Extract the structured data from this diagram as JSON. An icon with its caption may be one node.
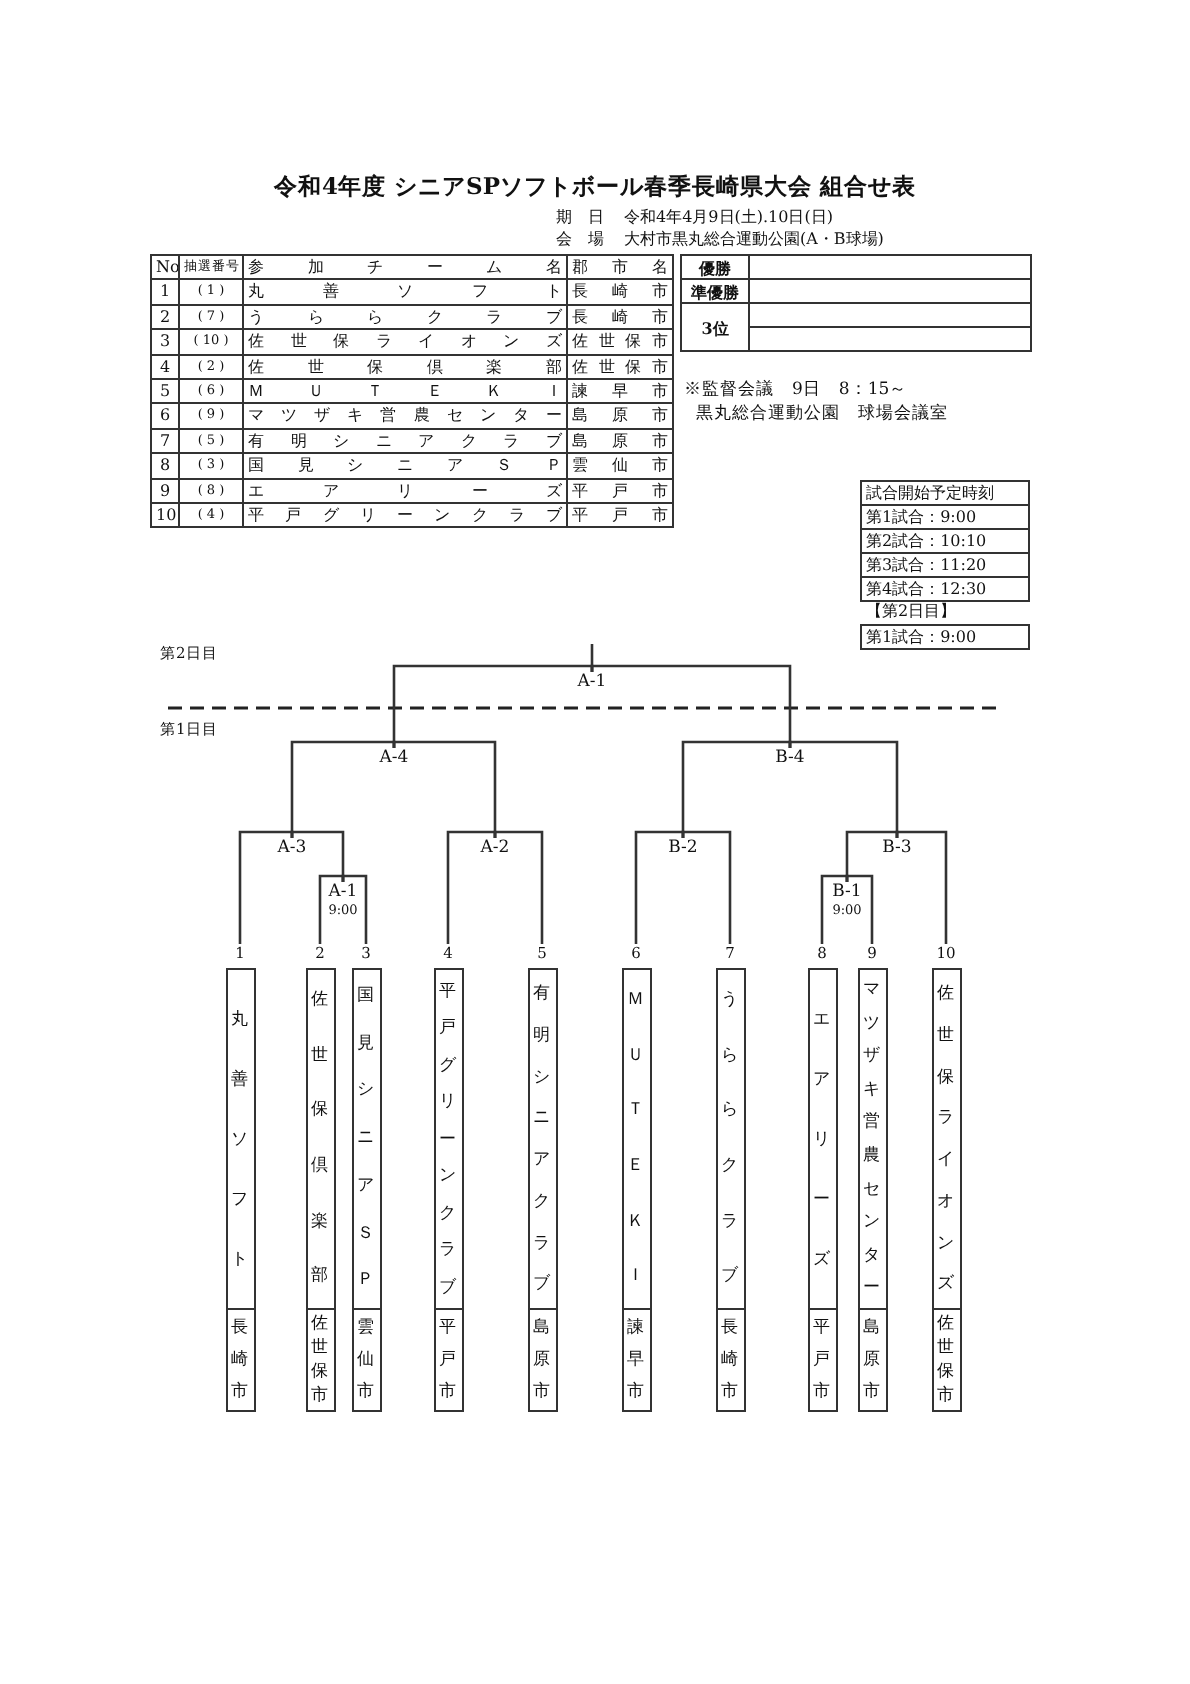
{
  "diagram": {
    "title": "令和4年度 シニアSPソフトボール春季長崎県大会 組合せ表",
    "nodes": [
      {
        "text": [
          "A-1"
        ]
      },
      {
        "text": [
          "A-4"
        ]
      },
      {
        "text": [
          "B-4"
        ]
      },
      {
        "text": [
          "A-3"
        ]
      },
      {
        "text": [
          "A-2"
        ]
      },
      {
        "text": [
          "B-2"
        ]
      },
      {
        "text": [
          "B-3"
        ]
      },
      {
        "text": [
          "A-1",
          "9:00"
        ]
      },
      {
        "text": [
          "B-1",
          "9:00"
        ]
      },
      {
        "text": [
          "丸善ソフト",
          "長崎市"
        ],
        "beside": [
          "1"
        ]
      },
      {
        "text": [
          "佐世保倶楽部",
          "佐世保市"
        ],
        "beside": [
          "2"
        ]
      },
      {
        "text": [
          "国見シニアＳＰ",
          "雲仙市"
        ],
        "beside": [
          "3"
        ]
      },
      {
        "text": [
          "平戸グリーンクラブ",
          "平戸市"
        ],
        "beside": [
          "4"
        ]
      },
      {
        "text": [
          "有明シニアクラブ",
          "島原市"
        ],
        "beside": [
          "5"
        ]
      },
      {
        "text": [
          "ＭＵＴＥＫＩ",
          "諫早市"
        ],
        "beside": [
          "6"
        ]
      },
      {
        "text": [
          "うららクラブ",
          "長崎市"
        ],
        "beside": [
          "7"
        ]
      },
      {
        "text": [
          "エアリーズ",
          "平戸市"
        ],
        "beside": [
          "8"
        ]
      },
      {
        "text": [
          "マツザキ営農センター",
          "島原市"
        ],
        "beside": [
          "9"
        ]
      },
      {
        "text": [
          "佐世保ライオンズ",
          "佐世保市"
        ],
        "beside": [
          "10"
        ]
      }
    ],
    "edges": [
      {
        "from": 9,
        "to": 3,
        "arrow": "none"
      },
      {
        "from": 10,
        "to": 7,
        "arrow": "none"
      },
      {
        "from": 11,
        "to": 7,
        "arrow": "none"
      },
      {
        "from": 7,
        "to": 3,
        "arrow": "none"
      },
      {
        "from": 12,
        "to": 4,
        "arrow": "none"
      },
      {
        "from": 13,
        "to": 4,
        "arrow": "none"
      },
      {
        "from": 3,
        "to": 1,
        "arrow": "none"
      },
      {
        "from": 4,
        "to": 1,
        "arrow": "none"
      },
      {
        "from": 14,
        "to": 5,
        "arrow": "none"
      },
      {
        "from": 15,
        "to": 5,
        "arrow": "none"
      },
      {
        "from": 16,
        "to": 8,
        "arrow": "none"
      },
      {
        "from": 17,
        "to": 8,
        "arrow": "none"
      },
      {
        "from": 8,
        "to": 6,
        "arrow": "none"
      },
      {
        "from": 18,
        "to": 6,
        "arrow": "none"
      },
      {
        "from": 5,
        "to": 2,
        "arrow": "none"
      },
      {
        "from": 6,
        "to": 2,
        "arrow": "none"
      },
      {
        "from": 1,
        "to": 0,
        "arrow": "none"
      },
      {
        "from": 2,
        "to": 0,
        "arrow": "none"
      },
      {
        "from": 0,
        "to": null,
        "arrow": "none"
      }
    ],
    "labels": [
      "期　日",
      "令和4年4月9日(土).10日(日)",
      "会　場",
      "大村市黒丸総合運動公園(A・B球場)",
      "No",
      "抽選番号",
      "参加チーム名",
      "郡市名",
      "1",
      "( 1 )",
      "丸善ソフト",
      "長崎市",
      "2",
      "( 7 )",
      "うららクラブ",
      "長崎市",
      "3",
      "( 10 )",
      "佐世保ライオンズ",
      "佐世保市",
      "4",
      "( 2 )",
      "佐世保倶楽部",
      "佐世保市",
      "5",
      "( 6 )",
      "ＭＵＴＥＫＩ",
      "諫早市",
      "6",
      "( 9 )",
      "マツザキ営農センター",
      "島原市",
      "7",
      "( 5 )",
      "有明シニアクラブ",
      "島原市",
      "8",
      "( 3 )",
      "国見シニアＳＰ",
      "雲仙市",
      "9",
      "( 8 )",
      "エアリーズ",
      "平戸市",
      "10",
      "( 4 )",
      "平戸グリーンクラブ",
      "平戸市",
      "優勝",
      "準優勝",
      "3位",
      "※監督会議　9日　8：15～",
      "黒丸総合運動公園　球場会議室",
      "試合開始予定時刻",
      "第1試合：9:00",
      "第2試合：10:10",
      "第3試合：11:20",
      "第4試合：12:30",
      "【第2日目】",
      "第1試合：9:00",
      "第2日目",
      "第1日目"
    ]
  }
}
